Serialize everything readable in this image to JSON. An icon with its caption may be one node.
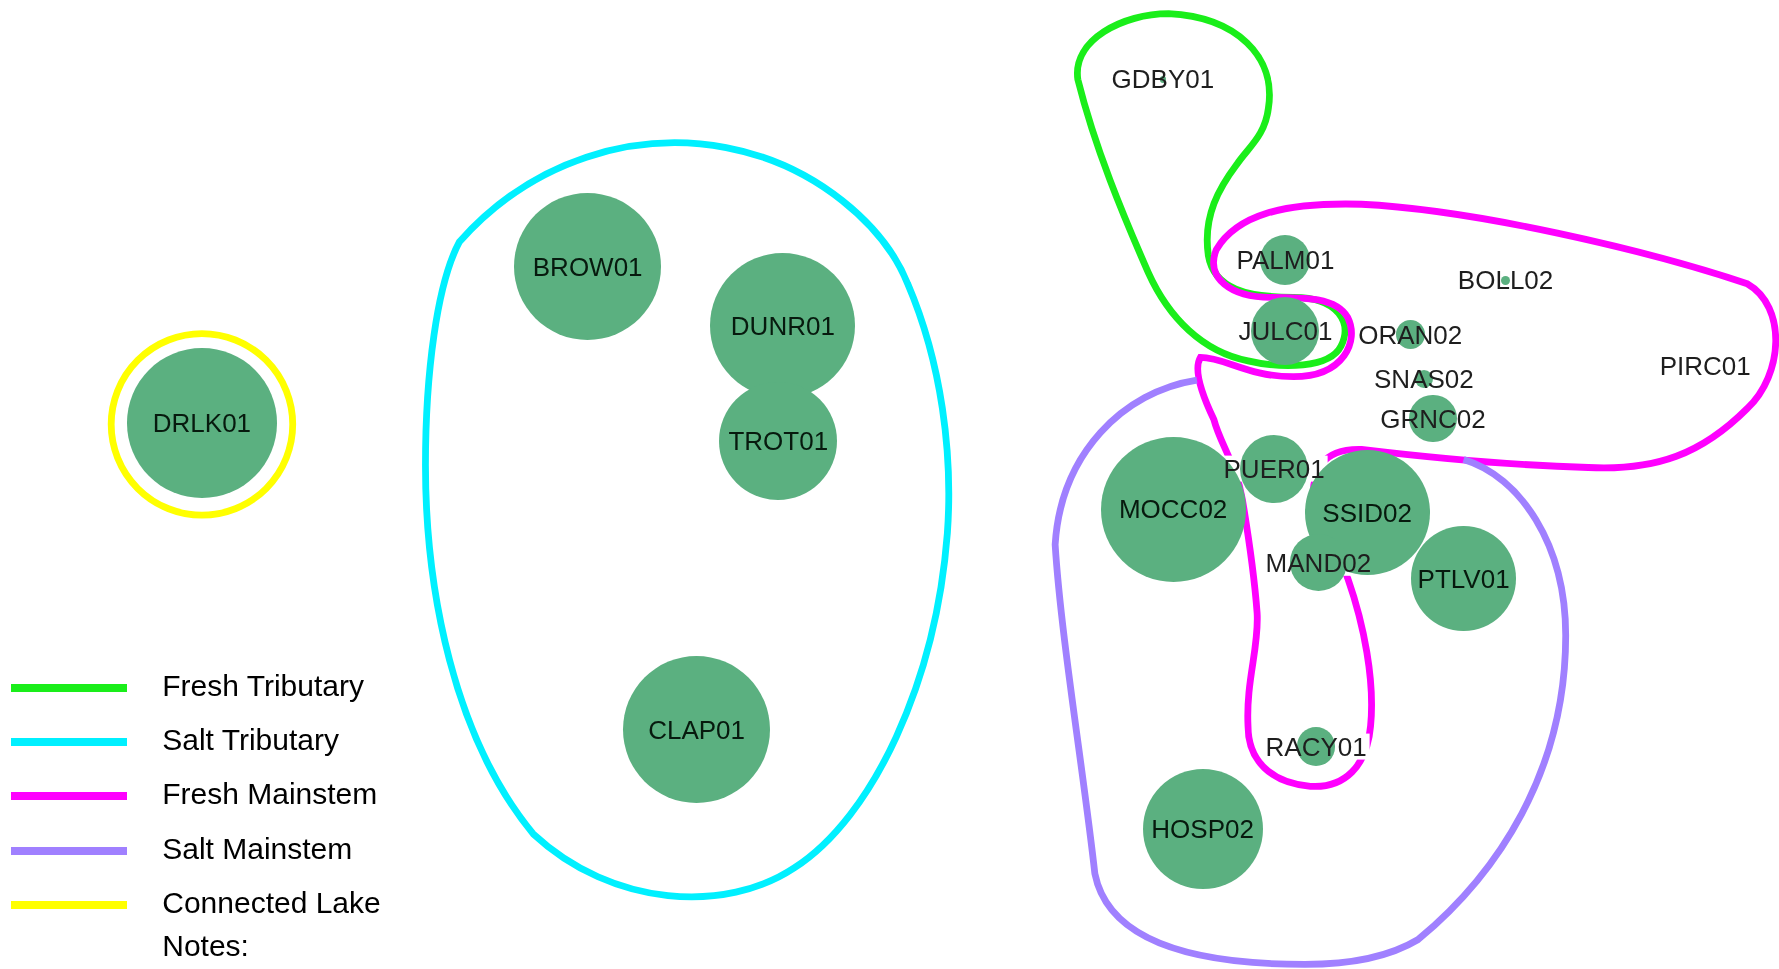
{
  "diagram": {
    "nodes": [
      {
        "text": [
          "DRLK01"
        ]
      },
      {
        "text": [
          "BROW01"
        ]
      },
      {
        "text": [
          "DUNR01"
        ]
      },
      {
        "text": [
          "TROT01"
        ]
      },
      {
        "text": [
          "CLAP01"
        ]
      },
      {
        "text": [
          "GDBY01"
        ]
      },
      {
        "text": [
          "PALM01"
        ]
      },
      {
        "text": [
          "BOLL02"
        ]
      },
      {
        "text": [
          "JULC01"
        ]
      },
      {
        "text": [
          "ORAN02"
        ]
      },
      {
        "text": [
          "PIRC01"
        ]
      },
      {
        "text": [
          "SNAS02"
        ]
      },
      {
        "text": [
          "GRNC02"
        ]
      },
      {
        "text": [
          "PUER01"
        ]
      },
      {
        "text": [
          "MOCC02"
        ]
      },
      {
        "text": [
          "SSID02"
        ]
      },
      {
        "text": [
          "MAND02"
        ]
      },
      {
        "text": [
          "PTLV01"
        ]
      },
      {
        "text": [
          "RACY01"
        ]
      },
      {
        "text": [
          "HOSP02"
        ]
      }
    ],
    "edges": [],
    "labels": [
      "Notes:"
    ],
    "legend": [
      {
        "text": "Fresh Tributary",
        "color": "#1aee1a"
      },
      {
        "text": "Salt Tributary",
        "color": "#00f0ff"
      },
      {
        "text": "Fresh Mainstem",
        "color": "#ff00ff"
      },
      {
        "text": "Salt Mainstem",
        "color": "#a080ff"
      },
      {
        "text": "Connected Lake",
        "color": "#ffff00"
      }
    ]
  }
}
